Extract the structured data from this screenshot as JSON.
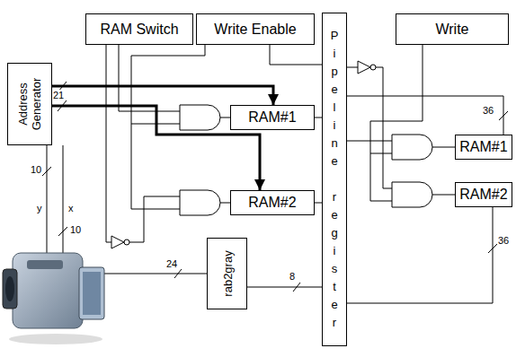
{
  "diagram": {
    "nodes": [
      {
        "text": [
          "Address Generator"
        ]
      },
      {
        "text": [
          "RAM Switch"
        ]
      },
      {
        "text": [
          "Write Enable"
        ]
      },
      {
        "text": [
          "Pipeline register"
        ]
      },
      {
        "text": [
          "Write"
        ]
      },
      {
        "text": [
          "RAM#1"
        ]
      },
      {
        "text": [
          "RAM#2"
        ]
      },
      {
        "text": [
          "RAM#1"
        ]
      },
      {
        "text": [
          "RAM#2"
        ]
      },
      {
        "text": [
          "rab2gray"
        ]
      }
    ],
    "edges": [
      {
        "from": 0,
        "to": 5,
        "arrow": "to"
      },
      {
        "from": 0,
        "to": 6,
        "arrow": "to"
      },
      {
        "from": 2,
        "to": 3,
        "arrow": "none"
      },
      {
        "from": 5,
        "to": 3,
        "arrow": "none"
      },
      {
        "from": 6,
        "to": 3,
        "arrow": "none"
      },
      {
        "from": 9,
        "to": 3,
        "arrow": "none"
      },
      {
        "from": 3,
        "to": 7,
        "arrow": "none"
      },
      {
        "from": 3,
        "to": 8,
        "arrow": "none"
      }
    ],
    "labels": [
      "21",
      "10",
      "y",
      "x",
      "10",
      "24",
      "8",
      "36",
      "36"
    ]
  }
}
